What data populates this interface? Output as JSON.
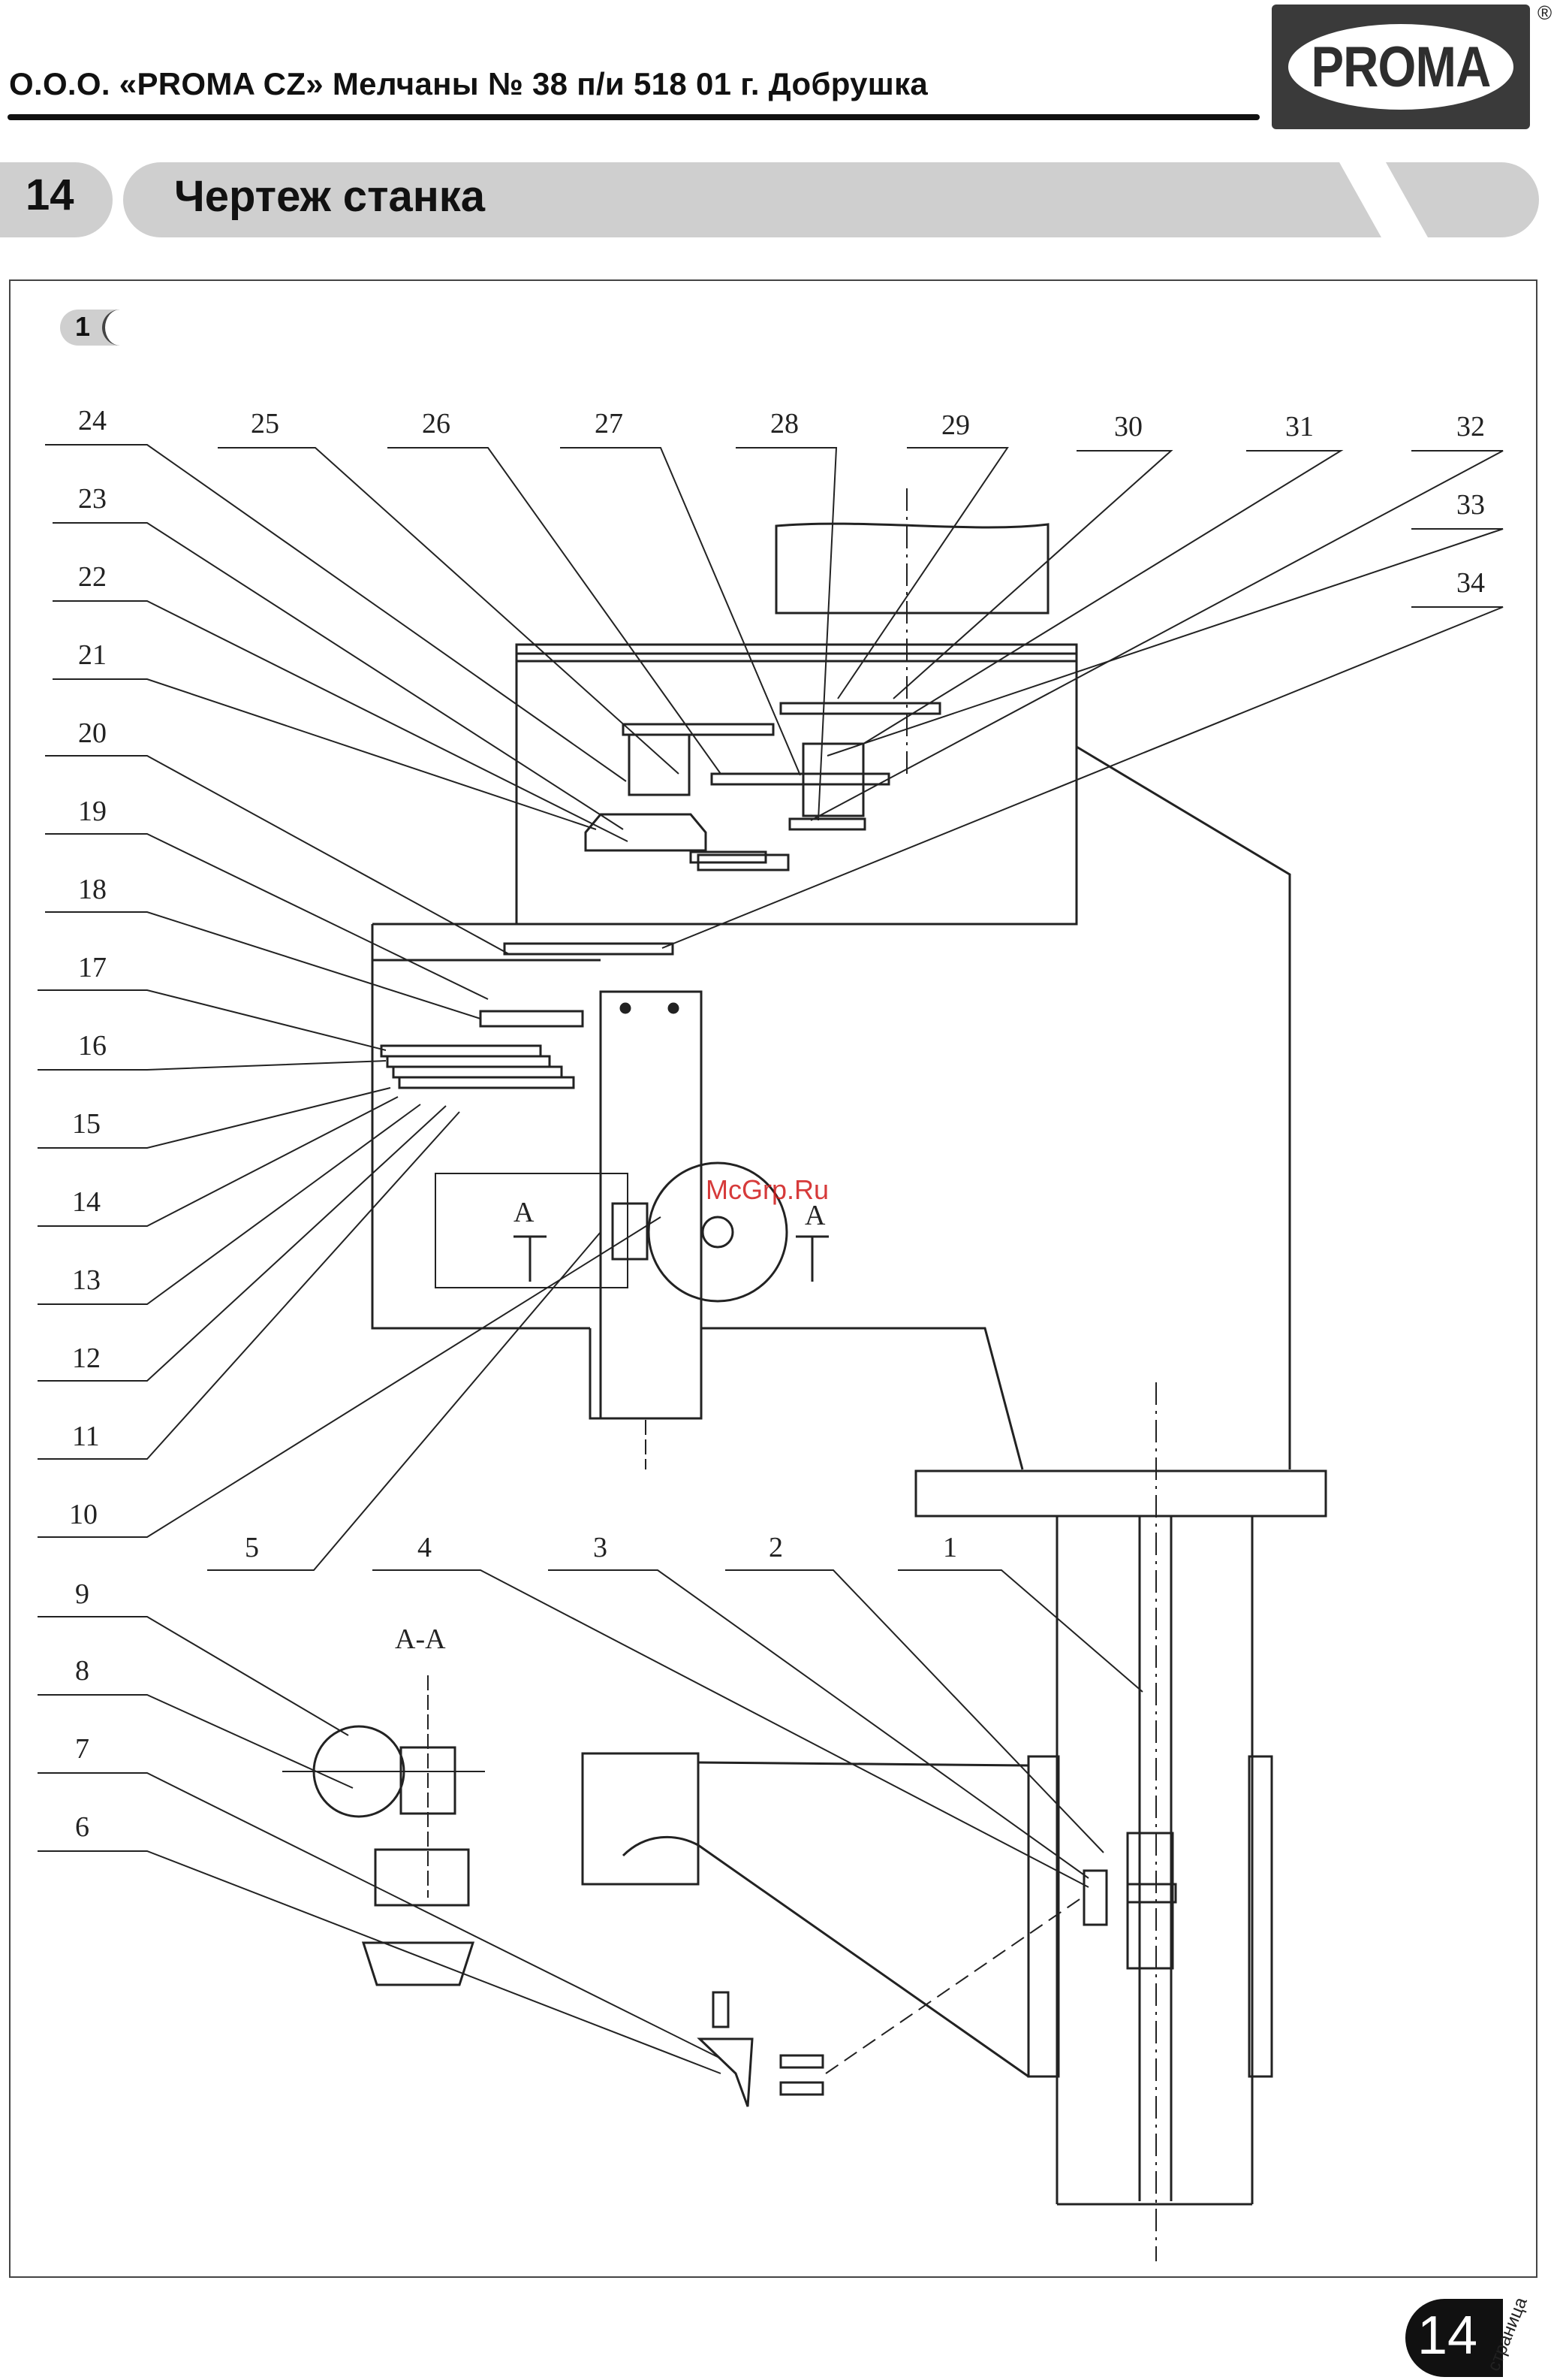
{
  "header": {
    "company_line": "О.О.О. «PROMA CZ» Мелчаны № 38 п/и 518 01 г. Добрушка",
    "logo_text": "PROMA",
    "registered_mark": "®"
  },
  "section": {
    "number": "14",
    "title": "Чертеж станка"
  },
  "figure": {
    "tag": "1",
    "callouts": [
      "1",
      "2",
      "3",
      "4",
      "5",
      "6",
      "7",
      "8",
      "9",
      "10",
      "11",
      "12",
      "13",
      "14",
      "15",
      "16",
      "17",
      "18",
      "19",
      "20",
      "21",
      "22",
      "23",
      "24",
      "25",
      "26",
      "27",
      "28",
      "29",
      "30",
      "31",
      "32",
      "33",
      "34"
    ],
    "section_marker": "A",
    "section_view_label": "A-A",
    "watermark": "McGrp.Ru"
  },
  "footer": {
    "page_number": "14",
    "page_label": "страница"
  },
  "colors": {
    "band_gray": "#cfcfcf",
    "ink": "#111111",
    "logo_dark": "#3a3a3a",
    "watermark_red": "#d01818"
  }
}
